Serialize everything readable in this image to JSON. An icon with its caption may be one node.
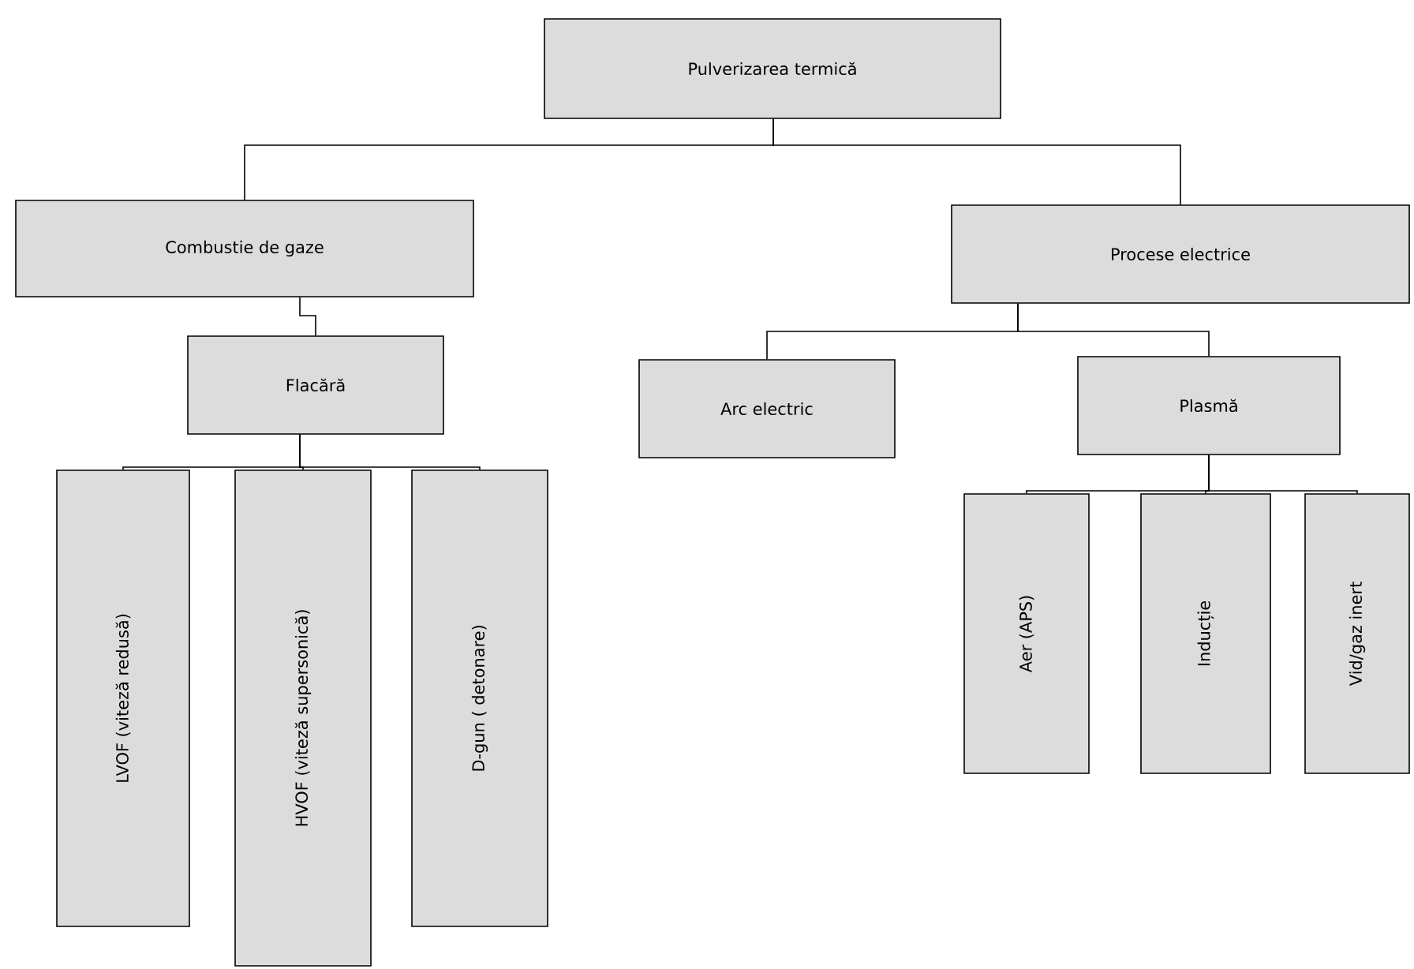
{
  "diagram": {
    "nodes": [
      {
        "text": [
          "Pulverizarea termică"
        ]
      },
      {
        "text": [
          "Combustie de gaze"
        ]
      },
      {
        "text": [
          "Procese electrice"
        ]
      },
      {
        "text": [
          "Flacără"
        ]
      },
      {
        "text": [
          "Arc electric"
        ]
      },
      {
        "text": [
          "Plasmă"
        ]
      },
      {
        "text": [
          "LVOF (viteză redusă)"
        ]
      },
      {
        "text": [
          "HVOF (viteză supersonică)"
        ]
      },
      {
        "text": [
          "D-gun ( detonare)"
        ]
      },
      {
        "text": [
          "Aer (APS)"
        ]
      },
      {
        "text": [
          "Inducție"
        ]
      },
      {
        "text": [
          "Vid/gaz inert"
        ]
      }
    ],
    "edges": [
      {
        "from": 0,
        "to": 1,
        "arrow": "none"
      },
      {
        "from": 0,
        "to": 2,
        "arrow": "none"
      },
      {
        "from": 1,
        "to": 3,
        "arrow": "none"
      },
      {
        "from": 2,
        "to": 4,
        "arrow": "none"
      },
      {
        "from": 2,
        "to": 5,
        "arrow": "none"
      },
      {
        "from": 3,
        "to": 6,
        "arrow": "none"
      },
      {
        "from": 3,
        "to": 7,
        "arrow": "none"
      },
      {
        "from": 3,
        "to": 8,
        "arrow": "none"
      },
      {
        "from": 5,
        "to": 9,
        "arrow": "none"
      },
      {
        "from": 5,
        "to": 10,
        "arrow": "none"
      },
      {
        "from": 5,
        "to": 11,
        "arrow": "none"
      }
    ]
  }
}
